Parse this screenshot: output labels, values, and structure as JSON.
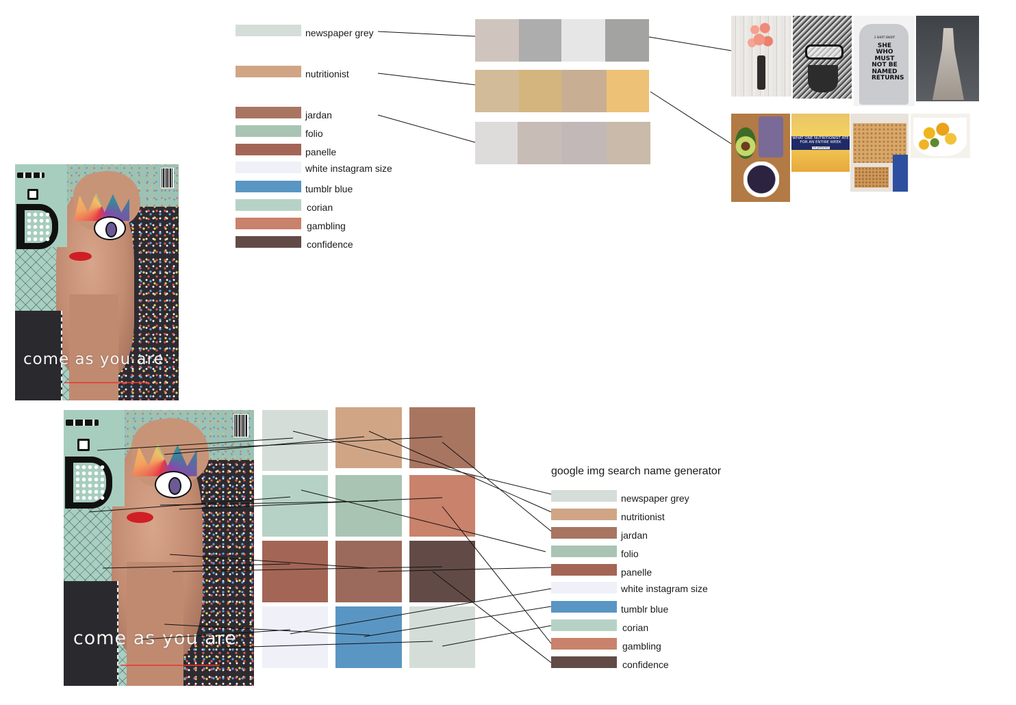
{
  "cover": {
    "coverline": "come as you are"
  },
  "top_legend": {
    "items": [
      {
        "name": "newspaper grey",
        "color": "#d5ddd8"
      },
      {
        "name": "nutritionist",
        "color": "#d0a586"
      },
      {
        "name": "jardan",
        "color": "#a87561"
      },
      {
        "name": "folio",
        "color": "#a9c4b3"
      },
      {
        "name": "panelle",
        "color": "#a36556"
      },
      {
        "name": "white instagram size",
        "color": "#eff0f8"
      },
      {
        "name": "tumblr blue",
        "color": "#5a96c4"
      },
      {
        "name": "corian",
        "color": "#b6d2c6"
      },
      {
        "name": "gambling",
        "color": "#c9826b"
      },
      {
        "name": "confidence",
        "color": "#624b46"
      }
    ]
  },
  "palette_rows": [
    {
      "name": "grey-row",
      "colors": [
        "#cfc5be",
        "#adadad",
        "#e6e6e6",
        "#a3a3a1"
      ]
    },
    {
      "name": "tan-row",
      "colors": [
        "#d1bb99",
        "#d4b57e",
        "#c8af93",
        "#edc277"
      ]
    },
    {
      "name": "stone-row",
      "colors": [
        "#dedcdb",
        "#c8bcb7",
        "#c3b8b8",
        "#c9baaa"
      ]
    }
  ],
  "photo_tiles": {
    "sweater_text": "SHE WHO MUST NOT BE NAMED RETURNS",
    "sweater_tag": "2 SHIRT SNORT",
    "food_banner": "WHAT ONE NUTRITIONIST ATE FOR AN ENTIRE WEEK",
    "food_banner_sub": "(in pictures)"
  },
  "grid": {
    "colors": [
      "#d5ddd8",
      "#d0a586",
      "#a87561",
      "#b6d2c6",
      "#a9c4b3",
      "#c9826b",
      "#a36556",
      "#9c6a5c",
      "#624b46",
      "#eff0f8",
      "#5a96c4",
      "#d5ddd8"
    ]
  },
  "generator": {
    "title": "google img search name generator",
    "items": [
      {
        "name": "newspaper grey",
        "color": "#d5ddd8"
      },
      {
        "name": "nutritionist",
        "color": "#d0a586"
      },
      {
        "name": "jardan",
        "color": "#a87561"
      },
      {
        "name": "folio",
        "color": "#a9c4b3"
      },
      {
        "name": "panelle",
        "color": "#a36556"
      },
      {
        "name": "white instagram size",
        "color": "#eff0f8"
      },
      {
        "name": "tumblr blue",
        "color": "#5a96c4"
      },
      {
        "name": "corian",
        "color": "#b6d2c6"
      },
      {
        "name": "gambling",
        "color": "#c9826b"
      },
      {
        "name": "confidence",
        "color": "#624b46"
      }
    ]
  }
}
